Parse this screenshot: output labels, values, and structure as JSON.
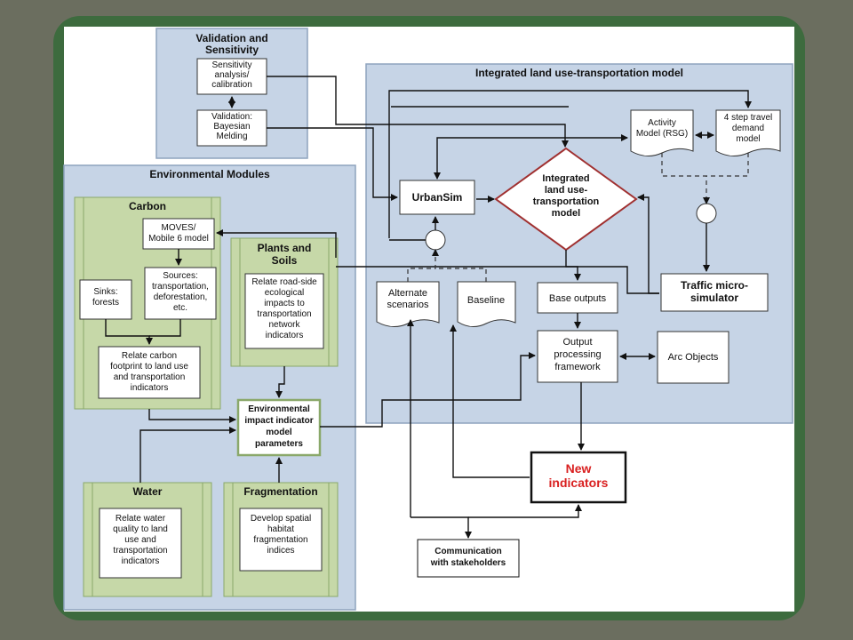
{
  "validation": {
    "title": [
      "Validation and",
      "Sensitivity"
    ],
    "sensitivity": [
      "Sensitivity",
      "analysis/",
      "calibration"
    ],
    "bayesian": [
      "Validation:",
      "Bayesian",
      "Melding"
    ]
  },
  "integrated": {
    "title": "Integrated land use-transportation model",
    "activity_model": [
      "Activity",
      "Model (RSG)"
    ],
    "travel_demand": [
      "4 step travel",
      "demand",
      "model"
    ],
    "urbansim": "UrbanSim",
    "core_model": [
      "Integrated",
      "land use-",
      "transportation",
      "model"
    ],
    "traffic_sim": [
      "Traffic micro-",
      "simulator"
    ],
    "alternate_scenarios": [
      "Alternate",
      "scenarios"
    ],
    "baseline": "Baseline",
    "base_outputs": "Base outputs",
    "output_framework": [
      "Output",
      "processing",
      "framework"
    ],
    "arc_objects": "Arc Objects"
  },
  "env": {
    "title": "Environmental Modules",
    "carbon": {
      "title": "Carbon",
      "moves": [
        "MOVES/",
        "Mobile 6 model"
      ],
      "sinks": [
        "Sinks:",
        "forests"
      ],
      "sources": [
        "Sources:",
        "transportation,",
        "deforestation,",
        "etc."
      ],
      "relate": [
        "Relate carbon",
        "footprint to land use",
        "and transportation",
        "indicators"
      ]
    },
    "plants": {
      "title": [
        "Plants and",
        "Soils"
      ],
      "relate": [
        "Relate road-side",
        "ecological",
        "impacts to",
        "transportation",
        "network",
        "indicators"
      ]
    },
    "impact": [
      "Environmental",
      "impact indicator",
      "model",
      "parameters"
    ],
    "water": {
      "title": "Water",
      "relate": [
        "Relate water",
        "quality to land",
        "use and",
        "transportation",
        "indicators"
      ]
    },
    "fragmentation": {
      "title": "Fragmentation",
      "develop": [
        "Develop spatial",
        "habitat",
        "fragmentation",
        "indices"
      ]
    }
  },
  "new_indicators": [
    "New",
    "indicators"
  ],
  "communication": [
    "Communication",
    "with stakeholders"
  ],
  "colors": {
    "outer_bg": "#6b6e5f",
    "frame_green": "#3d6b3e",
    "panel_blue": "#c6d4e6",
    "module_green": "#c6d8a8",
    "module_edge": "#8aa86a",
    "accent_red": "#d92020",
    "diamond_edge": "#a03030"
  }
}
